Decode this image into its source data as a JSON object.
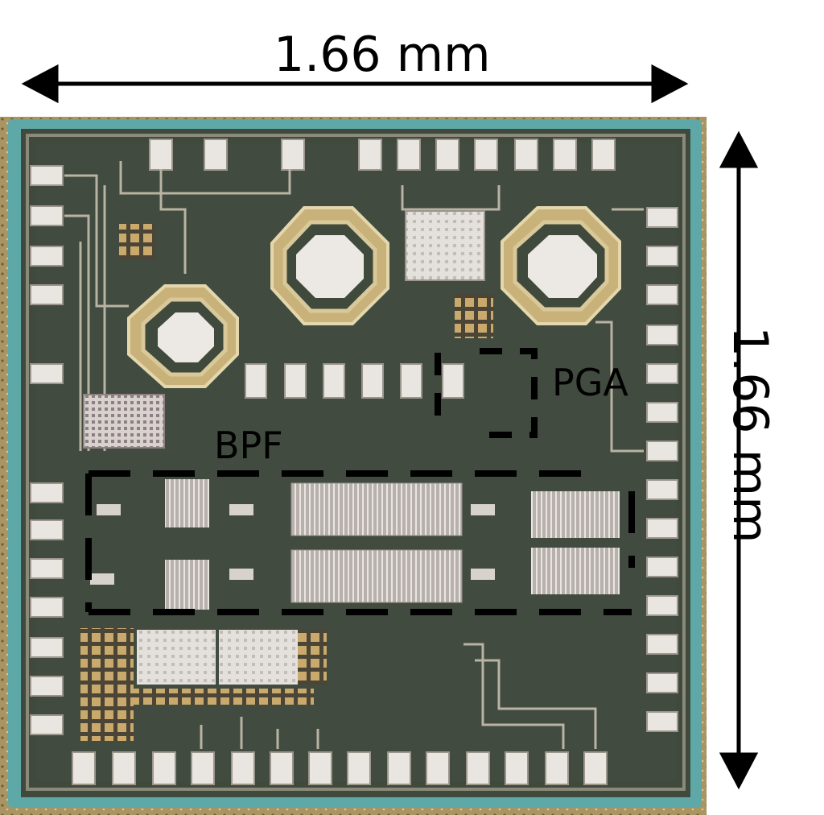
{
  "annotations": {
    "width_label": "1.66 mm",
    "height_label": "1.66 mm",
    "pga_label": "PGA",
    "bpf_label": "BPF"
  },
  "colors": {
    "die_surface": "#3f4a3c",
    "die_edge": "#5fa8a8",
    "metal_pad": "#e9e6e2",
    "inductor_gold": "#c9b27a",
    "annotation_black": "#000000",
    "substrate_gold": "#b9a46a"
  }
}
